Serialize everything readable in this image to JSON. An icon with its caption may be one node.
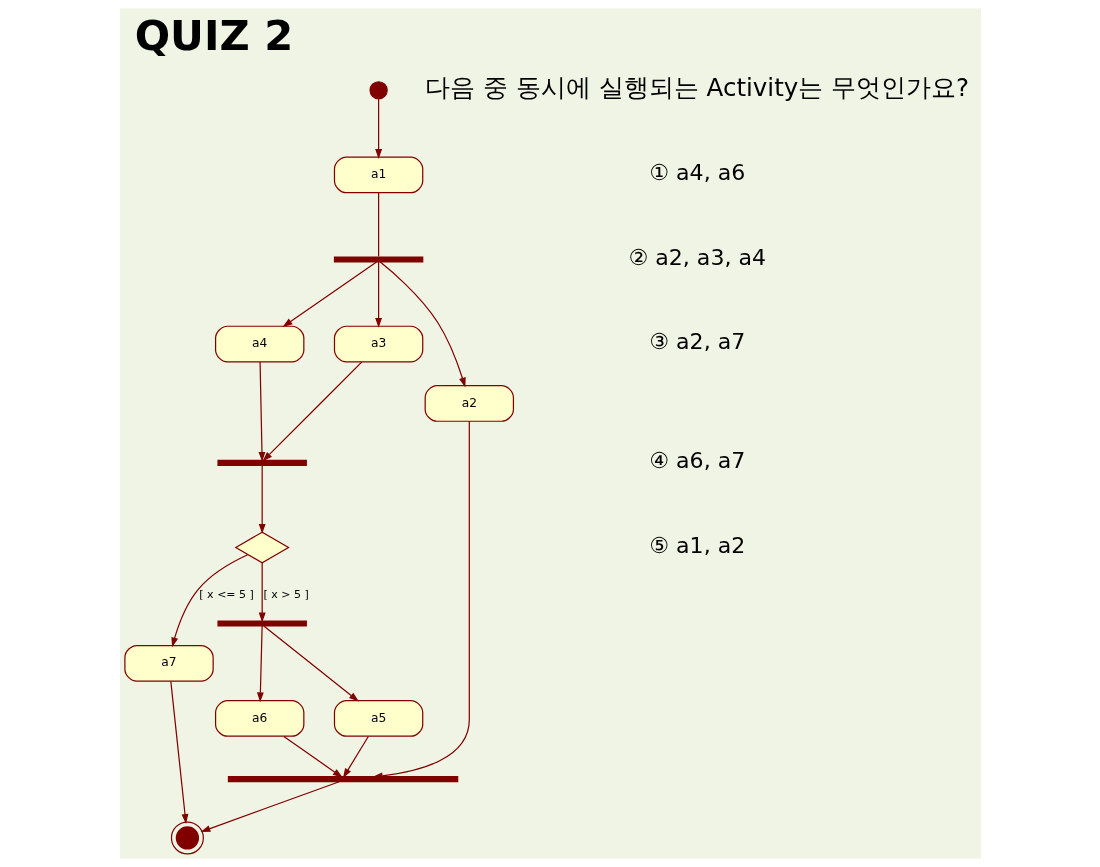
{
  "diagram": {
    "title": "QUIZ 2",
    "nodes": [
      {
        "text": [],
        "shape": "circle"
      },
      {
        "text": [
          "a1"
        ]
      },
      {
        "text": [],
        "shape": "bar"
      },
      {
        "text": [
          "a4"
        ]
      },
      {
        "text": [
          "a3"
        ]
      },
      {
        "text": [
          "a2"
        ]
      },
      {
        "text": [],
        "shape": "bar"
      },
      {
        "text": [],
        "shape": "diamond"
      },
      {
        "text": [],
        "shape": "bar"
      },
      {
        "text": [
          "a7"
        ]
      },
      {
        "text": [
          "a6"
        ]
      },
      {
        "text": [
          "a5"
        ]
      },
      {
        "text": [],
        "shape": "bar"
      },
      {
        "text": [],
        "shape": "circle"
      }
    ],
    "edges": [
      {
        "from": 0,
        "to": 1,
        "arrow": "to"
      },
      {
        "from": 1,
        "to": 2,
        "arrow": "none"
      },
      {
        "from": 2,
        "to": 3,
        "arrow": "to"
      },
      {
        "from": 2,
        "to": 4,
        "arrow": "to"
      },
      {
        "from": 2,
        "to": 5,
        "arrow": "to"
      },
      {
        "from": 3,
        "to": 6,
        "arrow": "to"
      },
      {
        "from": 4,
        "to": 6,
        "arrow": "to"
      },
      {
        "from": 6,
        "to": 7,
        "arrow": "to"
      },
      {
        "from": 7,
        "to": 9,
        "arrow": "to",
        "label": "[ x <= 5 ]"
      },
      {
        "from": 7,
        "to": 8,
        "arrow": "to",
        "label": "[ x > 5 ]"
      },
      {
        "from": 8,
        "to": 10,
        "arrow": "to"
      },
      {
        "from": 8,
        "to": 11,
        "arrow": "to"
      },
      {
        "from": 9,
        "to": 13,
        "arrow": "to"
      },
      {
        "from": 10,
        "to": 12,
        "arrow": "to"
      },
      {
        "from": 11,
        "to": 12,
        "arrow": "to"
      },
      {
        "from": 5,
        "to": 12,
        "arrow": "to"
      },
      {
        "from": 12,
        "to": 13,
        "arrow": "to"
      }
    ],
    "labels": [
      "다음 중 동시에 실행되는 Activity는 무엇인가요?",
      "① a4, a6",
      "② a2, a3, a4",
      "③ a2, a7",
      "④ a6, a7",
      "⑤ a1, a2"
    ]
  }
}
